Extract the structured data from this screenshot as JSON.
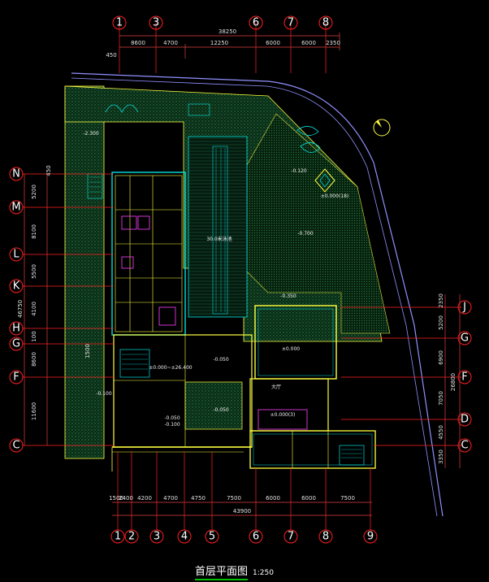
{
  "drawing": {
    "title": "首层平面图",
    "scale": "1:250"
  },
  "top_axes": {
    "grid_labels": [
      "1",
      "3",
      "6",
      "7",
      "8"
    ],
    "total_dim": "38250",
    "segment_dims": [
      "8600",
      "4700",
      "12250",
      "6000",
      "6000",
      "2350"
    ],
    "edge_dim": "450"
  },
  "bottom_axes": {
    "grid_labels": [
      "1",
      "2",
      "3",
      "4",
      "5",
      "6",
      "7",
      "8",
      "9"
    ],
    "total_dim": "43900",
    "segment_dims": [
      "1500",
      "2400",
      "4200",
      "4700",
      "4750",
      "7500",
      "6000",
      "6000",
      "7500"
    ]
  },
  "left_axes": {
    "grid_labels": [
      "N",
      "M",
      "L",
      "K",
      "H",
      "G",
      "F",
      "C"
    ],
    "segment_dims": [
      "5200",
      "8100",
      "5500",
      "4100",
      "8600",
      "11600"
    ],
    "total_dim": "46750",
    "small_dims": [
      "450",
      "100",
      "1500"
    ]
  },
  "right_axes": {
    "grid_labels": [
      "J",
      "G",
      "F",
      "D",
      "C"
    ],
    "segment_dims": [
      "2350",
      "5200",
      "6900",
      "7050",
      "4550",
      "3350"
    ],
    "total_dim": "26800"
  },
  "annotations": {
    "elev_a": "-2.300",
    "elev_b": "-0.120",
    "elev_c": "±0.000(18)",
    "elev_d": "-0.700",
    "elev_e": "-0.350",
    "elev_f": "±0.000",
    "elev_g": "-0.050",
    "elev_h": "-0.100",
    "elev_i": "±0.000(3)",
    "elev_j": "±0.000~±26.400",
    "elev_k": "-0.050",
    "elev_l": "-0.100",
    "elev_m": "-0.050",
    "pool_label": "30.0米泳池",
    "hall_label": "大厅"
  },
  "colors": {
    "background": "#000000",
    "axis_red": "#ff2020",
    "dim_line": "#e04040",
    "wall_yellow": "#ffff40",
    "wall_cyan": "#00e0e0",
    "hatch_green": "#1a6a3a",
    "magenta": "#ff40ff"
  }
}
